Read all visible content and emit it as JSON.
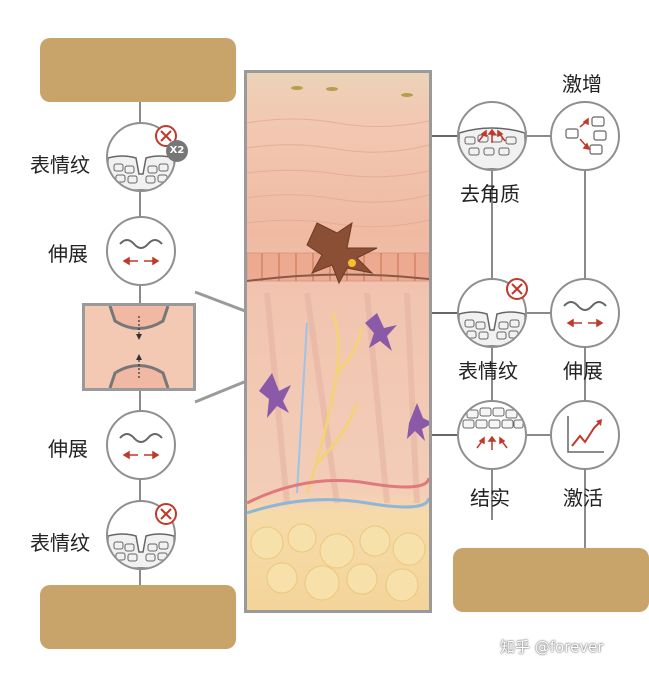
{
  "labels": {
    "left_wrinkle_top": "表情纹",
    "left_stretch_top": "伸展",
    "left_stretch_bottom": "伸展",
    "left_wrinkle_bottom": "表情纹",
    "right_surge": "激增",
    "right_exfoliate": "去角质",
    "right_wrinkle": "表情纹",
    "right_stretch": "伸展",
    "right_firm": "结实",
    "right_activate": "激活",
    "multiplier": "X2"
  },
  "watermark": "知乎 @forever",
  "colors": {
    "panel": "#c9a46a",
    "circle_border": "#8f8f8f",
    "arrow_red": "#c0392b",
    "badge_red": "#c0392b",
    "line_gray": "#8a8a8a"
  },
  "icons": [
    "close-circle-icon",
    "wave-icon",
    "double-arrow-icon",
    "cell-grid-icon",
    "growth-chart-icon",
    "skin-layer-illustration"
  ]
}
